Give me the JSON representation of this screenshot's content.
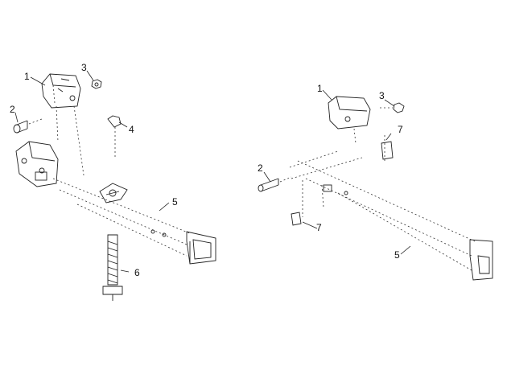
{
  "left_view": {
    "labels": {
      "hinge_bracket": "1",
      "pin": "2",
      "nut": "3",
      "clip": "4",
      "drawbar_tube": "5",
      "jack_screw": "6"
    }
  },
  "right_view": {
    "labels": {
      "hinge_bracket": "1",
      "pin": "2",
      "nut": "3",
      "support_top": "7",
      "drawbar_tube": "5",
      "support_bottom": "7"
    }
  }
}
